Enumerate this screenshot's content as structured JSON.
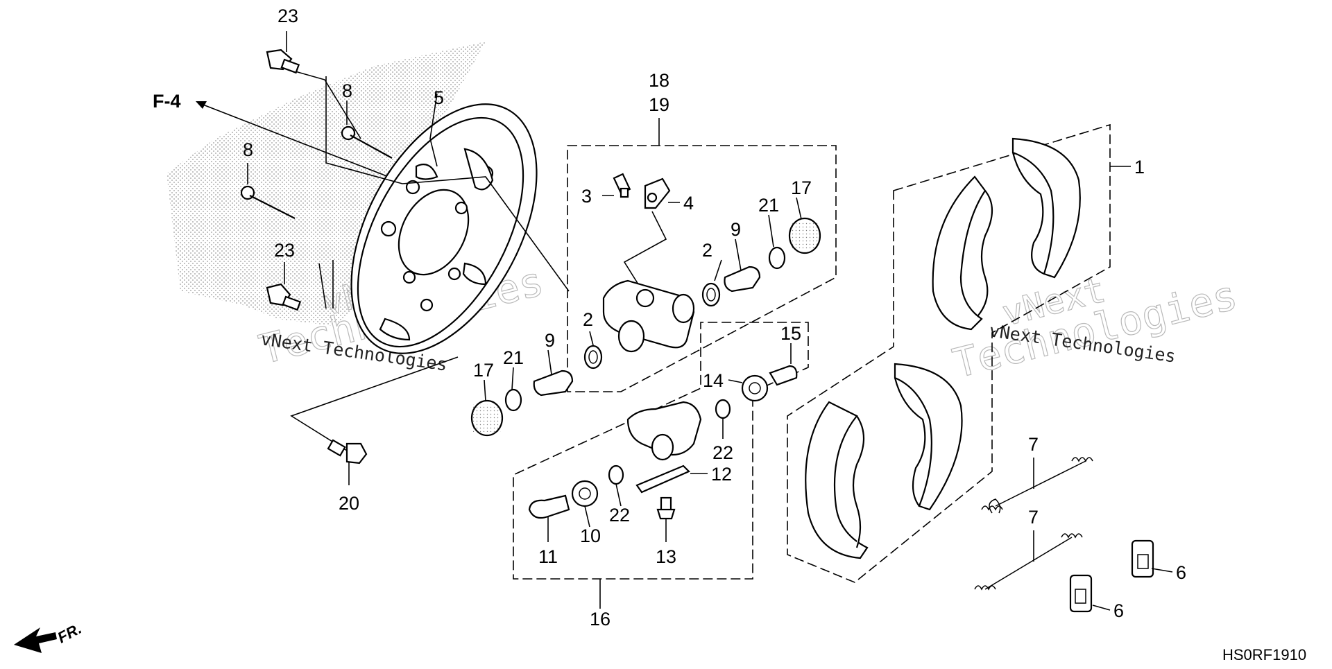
{
  "diagram": {
    "callouts": {
      "c1": "1",
      "c2a": "2",
      "c2b": "2",
      "c3": "3",
      "c4": "4",
      "c5": "5",
      "c6a": "6",
      "c6b": "6",
      "c7a": "7",
      "c7b": "7",
      "c8a": "8",
      "c8b": "8",
      "c9a": "9",
      "c9b": "9",
      "c10": "10",
      "c11": "11",
      "c12": "12",
      "c13": "13",
      "c14": "14",
      "c15": "15",
      "c16": "16",
      "c17a": "17",
      "c17b": "17",
      "c18": "18",
      "c19": "19",
      "c20": "20",
      "c21a": "21",
      "c21b": "21",
      "c22a": "22",
      "c22b": "22",
      "c23a": "23",
      "c23b": "23"
    },
    "ref_label": "F-4",
    "front_label": "FR.",
    "diagram_code": "HS0RF1910",
    "watermark": {
      "brand": "vNext",
      "word": "Technologies",
      "full": "vNext Technologies"
    }
  }
}
